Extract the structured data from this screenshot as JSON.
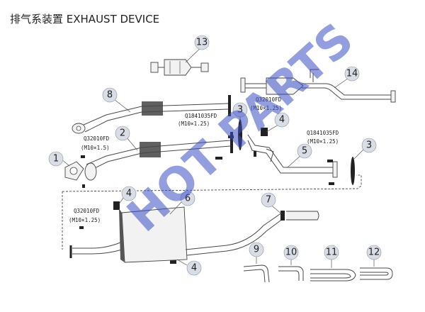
{
  "title": "排气系装置 EXHAUST DEVICE",
  "watermark": "HOT PARTS",
  "part_numbers": [
    "1",
    "2",
    "3",
    "4",
    "5",
    "6",
    "7",
    "8",
    "9",
    "10",
    "11",
    "12",
    "13",
    "14"
  ],
  "specs": {
    "q32010_top": "Q32010FD",
    "m10_125_top": "(M10×1.25)",
    "q1841_mid": "Q1841035FD",
    "m10_125_mid": "(M10×1.25)",
    "q1841_right": "Q1841035FD",
    "m10_125_right": "(M10×1.25)",
    "q32010_left": "Q32010FD",
    "m10_15": "(M10×1.5)",
    "q32010_bottom": "Q32010FD",
    "m10_125_bottom": "(M10×1.25)"
  }
}
